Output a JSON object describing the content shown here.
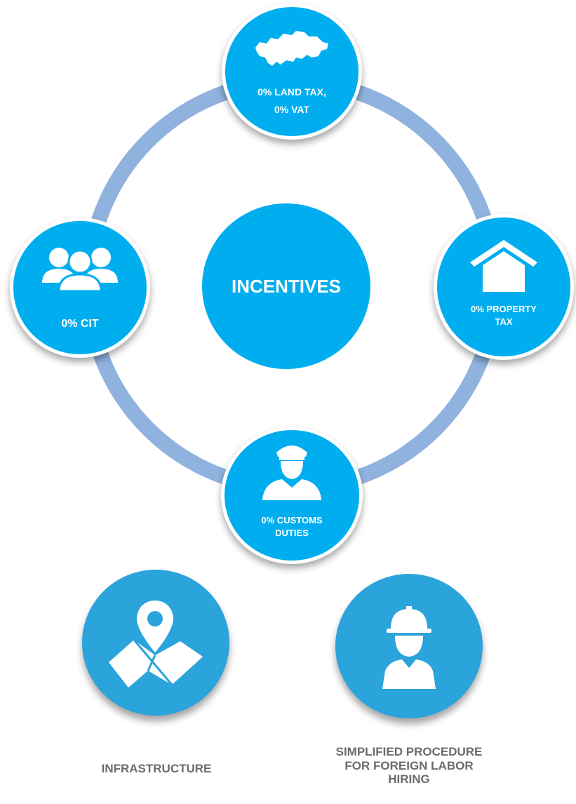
{
  "center": {
    "label": "INCENTIVES"
  },
  "nodes": {
    "top": {
      "line1": "0% LAND TAX,",
      "line2": "0% VAT",
      "icon": "kazakhstan-map-icon"
    },
    "left": {
      "line1": "0% CIT",
      "icon": "people-group-icon"
    },
    "right": {
      "line1": "0% PROPERTY",
      "line2": "TAX",
      "icon": "house-icon"
    },
    "bottom": {
      "line1": "0% CUSTOMS",
      "line2": "DUTIES",
      "icon": "customs-officer-icon"
    }
  },
  "extras": {
    "infrastructure": {
      "label": "INFRASTRUCTURE",
      "icon": "map-pin-icon"
    },
    "labor": {
      "line1": "SIMPLIFIED PROCEDURE",
      "line2": "FOR FOREIGN LABOR",
      "line3": "HIRING",
      "icon": "construction-worker-icon"
    }
  },
  "colors": {
    "node": "#00aeef",
    "ring": "#8fb2de",
    "bottom_circle": "#2ba3db",
    "caption": "#6b6b6b"
  }
}
